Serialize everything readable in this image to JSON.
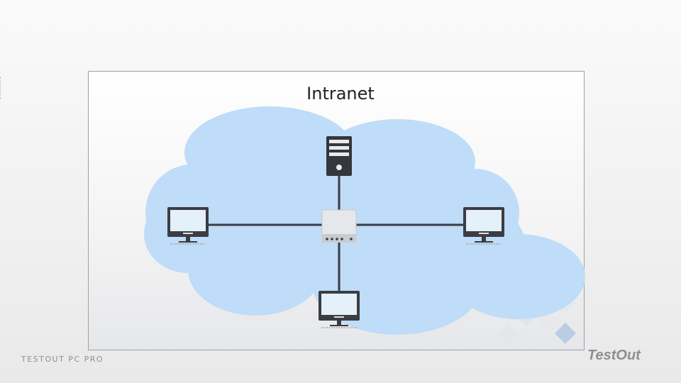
{
  "diagram": {
    "title": "Intranet",
    "nodes": [
      {
        "id": "server",
        "kind": "server",
        "icon": "server-icon"
      },
      {
        "id": "switch",
        "kind": "switch",
        "icon": "switch-icon"
      },
      {
        "id": "computer-left",
        "kind": "computer",
        "icon": "monitor-icon"
      },
      {
        "id": "computer-right",
        "kind": "computer",
        "icon": "monitor-icon"
      },
      {
        "id": "computer-bottom",
        "kind": "computer",
        "icon": "monitor-icon"
      }
    ],
    "links": [
      {
        "from": "switch",
        "to": "server"
      },
      {
        "from": "switch",
        "to": "computer-left"
      },
      {
        "from": "switch",
        "to": "computer-right"
      },
      {
        "from": "switch",
        "to": "computer-bottom"
      }
    ]
  },
  "footer": {
    "product_label": "TESTOUT PC PRO",
    "brand_name": "TestOut"
  },
  "colors": {
    "cloud": "#bfdcf8",
    "device_dark": "#3b3d42",
    "screen": "#e4f0fa",
    "link": "#3a3d44"
  }
}
